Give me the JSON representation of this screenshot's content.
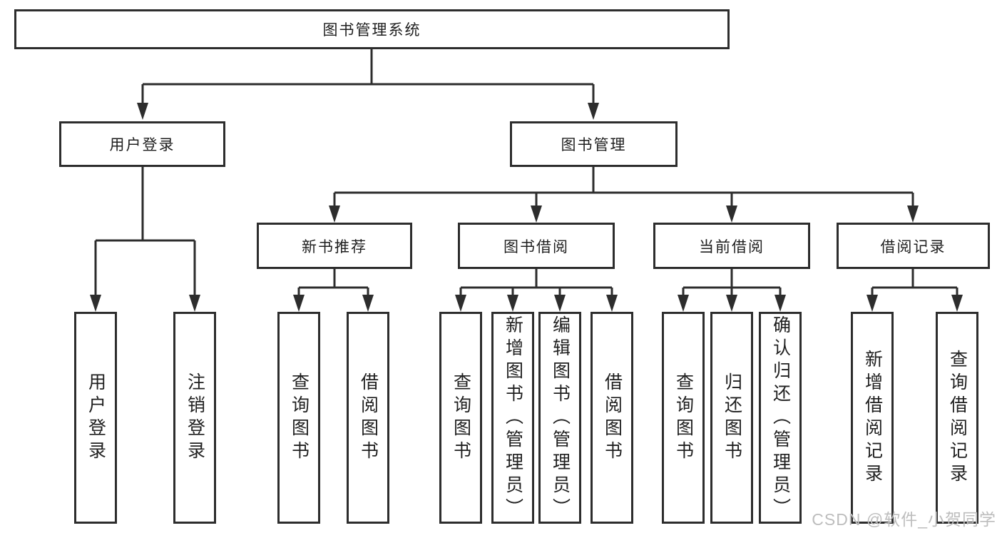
{
  "diagram": {
    "type": "tree",
    "root": {
      "label": "图书管理系统"
    },
    "level2": [
      {
        "label": "用户登录"
      },
      {
        "label": "图书管理"
      }
    ],
    "level3": [
      {
        "label": "新书推荐",
        "parent": "图书管理"
      },
      {
        "label": "图书借阅",
        "parent": "图书管理"
      },
      {
        "label": "当前借阅",
        "parent": "图书管理"
      },
      {
        "label": "借阅记录",
        "parent": "图书管理"
      }
    ],
    "leaves": [
      {
        "label": "用户登录",
        "parent": "用户登录"
      },
      {
        "label": "注销登录",
        "parent": "用户登录"
      },
      {
        "label": "查询图书",
        "parent": "新书推荐"
      },
      {
        "label": "借阅图书",
        "parent": "新书推荐"
      },
      {
        "label": "查询图书",
        "parent": "图书借阅"
      },
      {
        "label": "新增图书（管理员）",
        "parent": "图书借阅"
      },
      {
        "label": "编辑图书（管理员）",
        "parent": "图书借阅"
      },
      {
        "label": "借阅图书",
        "parent": "图书借阅"
      },
      {
        "label": "查询图书",
        "parent": "当前借阅"
      },
      {
        "label": "归还图书",
        "parent": "当前借阅"
      },
      {
        "label": "确认归还（管理员）",
        "parent": "当前借阅"
      },
      {
        "label": "新增借阅记录",
        "parent": "借阅记录"
      },
      {
        "label": "查询借阅记录",
        "parent": "借阅记录"
      }
    ],
    "colors": {
      "line": "#2d2d2d",
      "box_fill": "#ffffff",
      "text": "#1f1f1f",
      "watermark": "#bdbdbd"
    }
  },
  "watermark": {
    "text": "CSDN @软件_小贺同学"
  }
}
